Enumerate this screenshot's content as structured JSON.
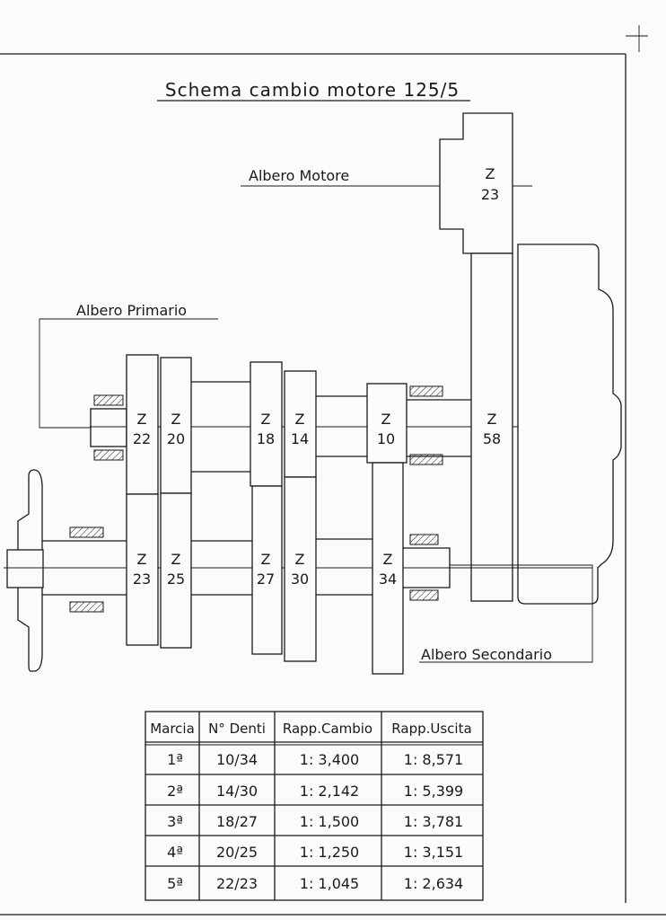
{
  "title": "Schema cambio motore 125/5",
  "labels": {
    "albero_motore": "Albero Motore",
    "albero_primario": "Albero Primario",
    "albero_secondario": "Albero Secondario"
  },
  "gears": {
    "motore": {
      "z": "Z",
      "n": "23"
    },
    "p1": {
      "z": "Z",
      "n": "22"
    },
    "p2": {
      "z": "Z",
      "n": "20"
    },
    "p3": {
      "z": "Z",
      "n": "18"
    },
    "p4": {
      "z": "Z",
      "n": "14"
    },
    "p5": {
      "z": "Z",
      "n": "10"
    },
    "p6": {
      "z": "Z",
      "n": "58"
    },
    "s1": {
      "z": "Z",
      "n": "23"
    },
    "s2": {
      "z": "Z",
      "n": "25"
    },
    "s3": {
      "z": "Z",
      "n": "27"
    },
    "s4": {
      "z": "Z",
      "n": "30"
    },
    "s5": {
      "z": "Z",
      "n": "34"
    }
  },
  "table": {
    "headers": [
      "Marcia",
      "N° Denti",
      "Rapp.Cambio",
      "Rapp.Uscita"
    ],
    "rows": [
      [
        "1ª",
        "10/34",
        "1: 3,400",
        "1: 8,571"
      ],
      [
        "2ª",
        "14/30",
        "1: 2,142",
        "1: 5,399"
      ],
      [
        "3ª",
        "18/27",
        "1: 1,500",
        "1: 3,781"
      ],
      [
        "4ª",
        "20/25",
        "1: 1,250",
        "1: 3,151"
      ],
      [
        "5ª",
        "22/23",
        "1: 1,045",
        "1: 2,634"
      ]
    ]
  }
}
